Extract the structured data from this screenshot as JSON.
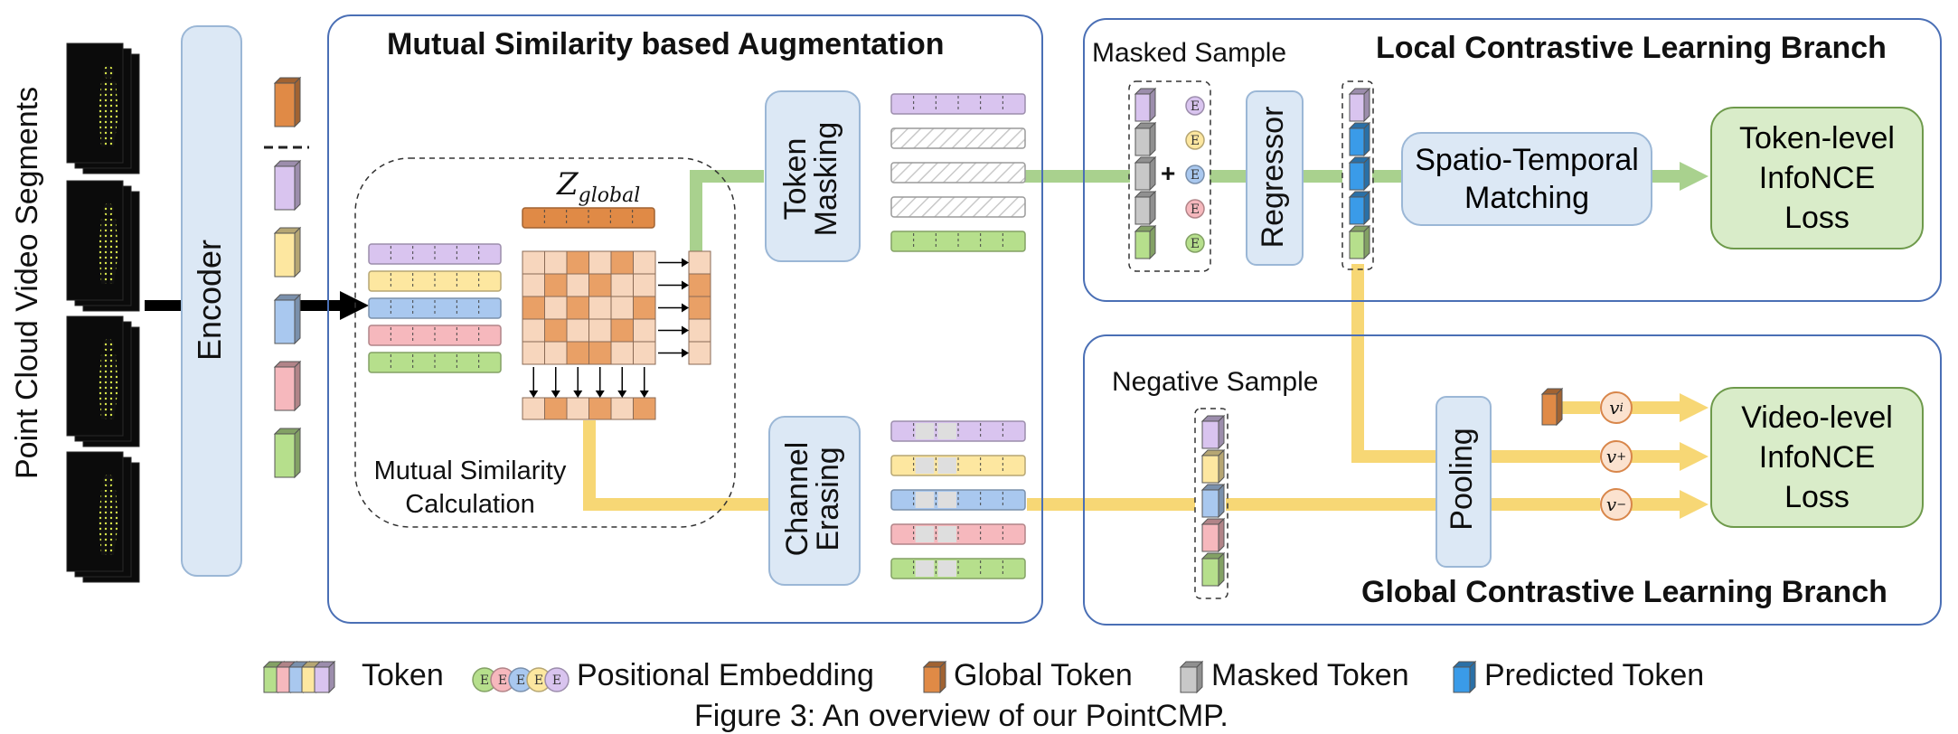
{
  "labels": {
    "input": "Point Cloud Video Segments",
    "encoder": "Encoder",
    "msa_title": "Mutual Similarity based Augmentation",
    "z_global": "Z",
    "z_global_sub": "global",
    "msa_calc_line1": "Mutual Similarity",
    "msa_calc_line2": "Calculation",
    "token_masking_line1": "Token",
    "token_masking_line2": "Masking",
    "channel_erasing_line1": "Channel",
    "channel_erasing_line2": "Erasing",
    "masked_sample": "Masked Sample",
    "local_branch": "Local Contrastive Learning Branch",
    "regressor": "Regressor",
    "stm_line1": "Spatio-Temporal",
    "stm_line2": "Matching",
    "token_loss_line1": "Token-level",
    "token_loss_line2": "InfoNCE",
    "token_loss_line3": "Loss",
    "negative_sample": "Negative Sample",
    "pooling": "Pooling",
    "video_loss_line1": "Video-level",
    "video_loss_line2": "InfoNCE",
    "video_loss_line3": "Loss",
    "global_branch": "Global Contrastive Learning Branch",
    "v_i": "v",
    "v_i_sub": "i",
    "v_plus": "v",
    "v_plus_sub": "+",
    "v_minus": "v",
    "v_minus_sub": "−",
    "pos_emb_letter": "E",
    "plus_sign": "+"
  },
  "legend": {
    "token": "Token",
    "positional_embedding": "Positional Embedding",
    "global_token": "Global Token",
    "masked_token": "Masked Token",
    "predicted_token": "Predicted Token"
  },
  "caption": "Figure 3: An overview of our PointCMP.",
  "colors": {
    "purple": "#d9c4ef",
    "yellow": "#fde7a0",
    "blue": "#a9c8ef",
    "pink": "#f6b8bd",
    "green": "#b6df8c",
    "orange": "#e08a46",
    "gray": "#c8c8c8",
    "bright_blue": "#3a9be8",
    "box_border": "#4a6fb5",
    "flow_green": "#a9d18e",
    "flow_yellow": "#f7d775"
  }
}
